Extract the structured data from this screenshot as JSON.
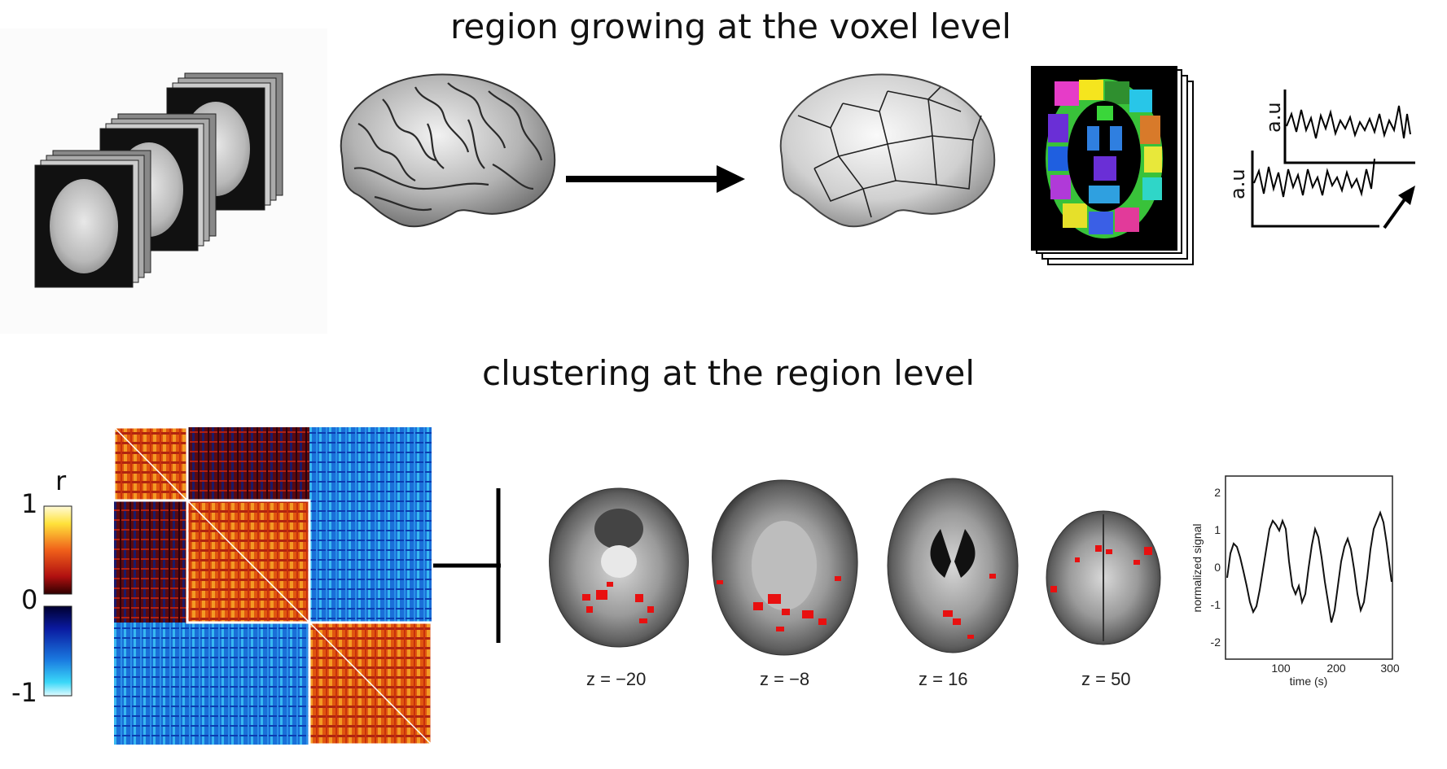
{
  "titles": {
    "top": "region growing at the voxel level",
    "bottom": "clustering at the region level"
  },
  "trace_panel": {
    "ylabel": "a.u"
  },
  "colorbar": {
    "label": "r",
    "ticks": [
      "1",
      "0",
      "-1"
    ]
  },
  "slices": [
    {
      "label": "z = −20"
    },
    {
      "label": "z = −8"
    },
    {
      "label": "z = 16"
    },
    {
      "label": "z = 50"
    }
  ],
  "signal_plot": {
    "ylabel": "normalized signal",
    "xlabel": "time (s)",
    "xticks": [
      "100",
      "200",
      "300"
    ],
    "yticks": [
      "2",
      "1",
      "0",
      "-1",
      "-2"
    ]
  },
  "colors": {
    "matrix_warm": "#e05a10",
    "matrix_cold": "#1a6fd8",
    "parcel_bg": "#000000",
    "activation": "#e81010"
  }
}
